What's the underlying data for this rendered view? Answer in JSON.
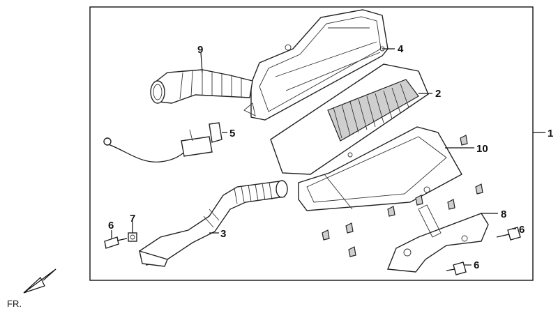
{
  "labels": {
    "l1": "1",
    "l2": "2",
    "l3": "3",
    "l4": "4",
    "l5": "5",
    "l6a": "6",
    "l6b": "6",
    "l6c": "6",
    "l7": "7",
    "l8": "8",
    "l9": "9",
    "l10": "10"
  },
  "direction": {
    "text": "FR."
  }
}
